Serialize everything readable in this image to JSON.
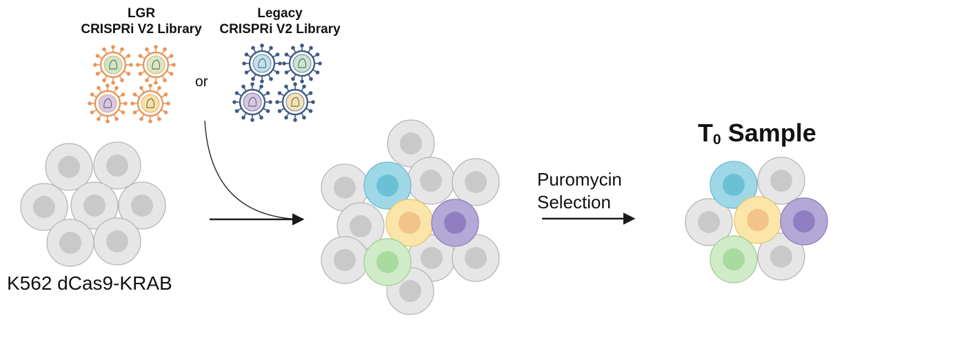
{
  "libraries": {
    "lgr": {
      "line1": "LGR",
      "line2": "CRISPRi V2 Library",
      "color": "#e8955a"
    },
    "legacy": {
      "line1": "Legacy",
      "line2": "CRISPRi V2 Library",
      "color": "#3f5a85"
    },
    "or_text": "or"
  },
  "cell_line": {
    "label": "K562 dCas9-KRAB"
  },
  "selection": {
    "line1": "Puromycin",
    "line2": "Selection"
  },
  "sample": {
    "title_prefix": "T",
    "title_subscript": "0",
    "title_suffix": " Sample"
  },
  "colors": {
    "cell_grey": "#e6e6e6",
    "cell_cyan": "#9ed8e6",
    "cell_yellow": "#fbe5a8",
    "cell_purple": "#b4a8d6",
    "cell_green": "#d0ebc8"
  }
}
